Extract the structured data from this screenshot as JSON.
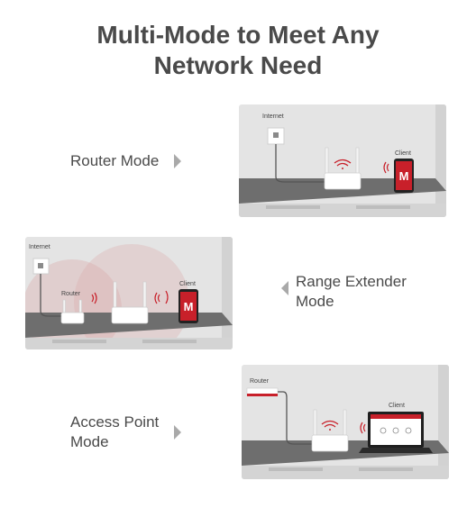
{
  "title": {
    "line1": "Multi-Mode to Meet Any",
    "line2": "Network Need"
  },
  "modes": [
    {
      "label_lines": [
        "Router Mode"
      ],
      "scene": {
        "internet": "Internet",
        "client": "Client"
      }
    },
    {
      "label_lines": [
        "Range Extender",
        "Mode"
      ],
      "scene": {
        "internet": "Internet",
        "router": "Router",
        "client": "Client"
      }
    },
    {
      "label_lines": [
        "Access Point",
        "Mode"
      ],
      "scene": {
        "router": "Router",
        "client": "Client"
      }
    }
  ],
  "colors": {
    "text": "#4a4a4a",
    "panel_bg": "#e4e4e4",
    "shelf": "#6b6b6b",
    "brand_red": "#c8202a",
    "arrow": "#a9a9a9"
  },
  "icons": [
    "chevron-right-icon",
    "chevron-left-icon",
    "wifi-icon",
    "wall-socket-icon",
    "phone-icon",
    "laptop-icon",
    "router-icon"
  ]
}
